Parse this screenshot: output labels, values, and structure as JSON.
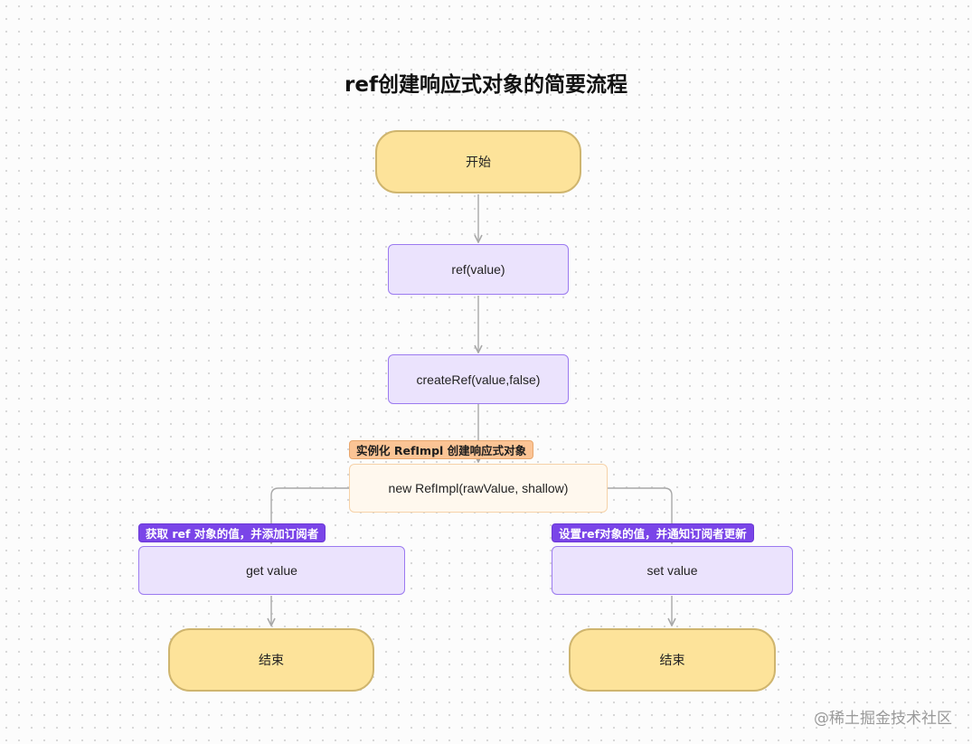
{
  "title": "ref创建响应式对象的简要流程",
  "nodes": {
    "start": "开始",
    "ref_value": "ref(value)",
    "create_ref": "createRef(value,false)",
    "new_refimpl": "new RefImpl(rawValue, shallow)",
    "get_value": "get value",
    "set_value": "set value",
    "end_left": "结束",
    "end_right": "结束"
  },
  "tags": {
    "instantiate": "实例化 RefImpl 创建响应式对象",
    "get_desc": "获取 ref 对象的值，并添加订阅者",
    "set_desc": "设置ref对象的值，并通知订阅者更新"
  },
  "colors": {
    "terminal_fill": "#fde39a",
    "process_fill": "#ebe3fd",
    "process_border": "#9b7af0",
    "tag_orange": "#fbc495",
    "tag_purple": "#7a45e8",
    "connector": "#a8a8a8"
  },
  "watermark": "@稀土掘金技术社区"
}
